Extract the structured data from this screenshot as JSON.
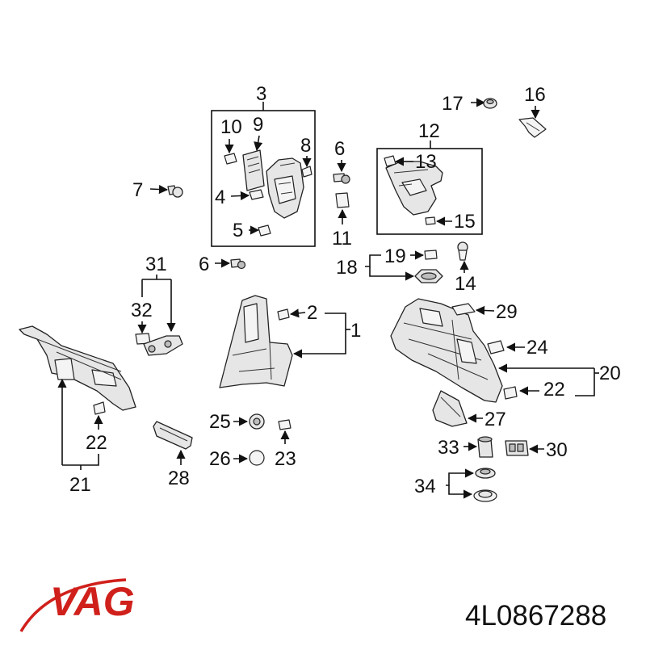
{
  "brand": {
    "name": "VAG",
    "color": "#d0201b"
  },
  "part_number": "4L0867288",
  "callouts": [
    "1",
    "2",
    "3",
    "4",
    "5",
    "6",
    "6",
    "7",
    "8",
    "9",
    "10",
    "11",
    "12",
    "13",
    "14",
    "15",
    "16",
    "17",
    "18",
    "19",
    "20",
    "21",
    "22",
    "22",
    "23",
    "24",
    "25",
    "26",
    "27",
    "28",
    "29",
    "30",
    "31",
    "32",
    "33",
    "34"
  ]
}
